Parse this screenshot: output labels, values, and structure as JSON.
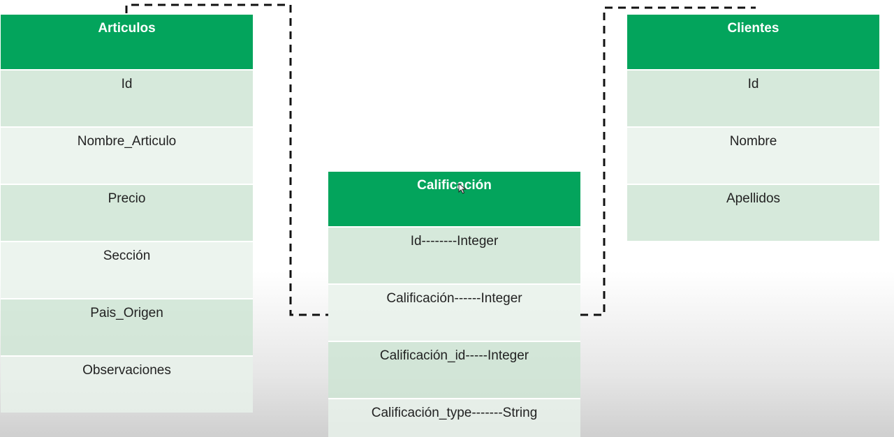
{
  "tables": {
    "articulos": {
      "title": "Articulos",
      "fields": [
        "Id",
        "Nombre_Articulo",
        "Precio",
        "Sección",
        "Pais_Origen",
        "Observaciones"
      ]
    },
    "calificacion": {
      "title": "Calificación",
      "fields": [
        "Id--------Integer",
        "Calificación------Integer",
        "Calificación_id-----Integer",
        "Calificación_type-------String"
      ]
    },
    "clientes": {
      "title": "Clientes",
      "fields": [
        "Id",
        "Nombre",
        "Apellidos"
      ]
    }
  },
  "colors": {
    "header": "#03a45c",
    "row_dark": "#cde4d3",
    "row_light": "#e8f1ea",
    "connector": "#111111"
  }
}
